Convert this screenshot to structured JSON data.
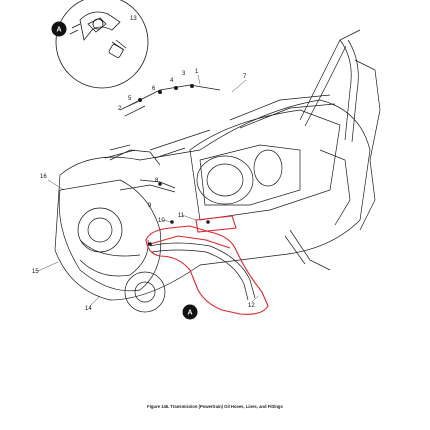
{
  "figure": {
    "caption": "Figure 146.  Transmission (Powertrain) Oil Hoses, Lines, and Fittings",
    "detail_badge": "A",
    "highlight_color": "#d9262b",
    "line_color": "#1a1a1a",
    "callouts": [
      {
        "label": "1"
      },
      {
        "label": "2"
      },
      {
        "label": "3"
      },
      {
        "label": "4"
      },
      {
        "label": "5"
      },
      {
        "label": "6"
      },
      {
        "label": "7"
      },
      {
        "label": "8"
      },
      {
        "label": "9"
      },
      {
        "label": "10"
      },
      {
        "label": "11"
      },
      {
        "label": "12"
      },
      {
        "label": "13"
      },
      {
        "label": "14"
      },
      {
        "label": "15"
      },
      {
        "label": "16"
      }
    ]
  }
}
